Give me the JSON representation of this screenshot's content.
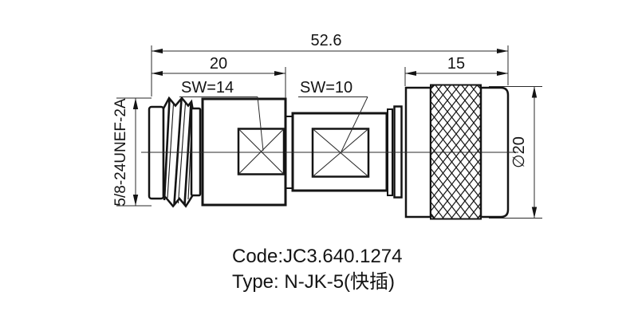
{
  "dimensions": {
    "overall_length": "52.6",
    "left_section_length": "20",
    "right_section_length": "15",
    "hex_left_label": "SW=14",
    "hex_right_label": "SW=10",
    "thread_spec": "5/8-24UNEF-2A",
    "body_diameter": "∅20"
  },
  "caption": {
    "code": "Code:JC3.640.1274",
    "type": "Type: N-JK-5(快插)"
  },
  "colors": {
    "line": "#141414",
    "background": "#ffffff"
  }
}
